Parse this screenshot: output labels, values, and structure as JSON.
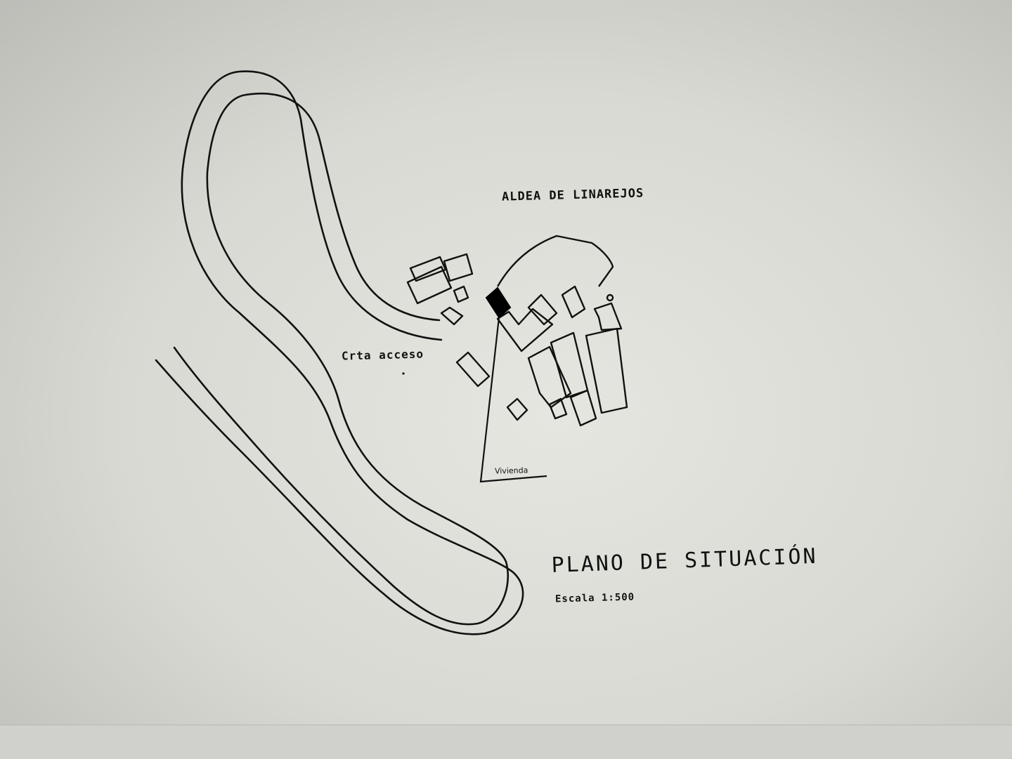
{
  "map": {
    "labels": {
      "village": "ALDEA DE LINAREJOS",
      "access_road": "Crta acceso",
      "house": "Vivienda"
    },
    "title": "PLANO DE SITUACIÓN",
    "scale": "Escala 1:500",
    "colors": {
      "ink": "#111111",
      "paper": "#e2e2dc",
      "highlighted_house": "#000000"
    }
  }
}
